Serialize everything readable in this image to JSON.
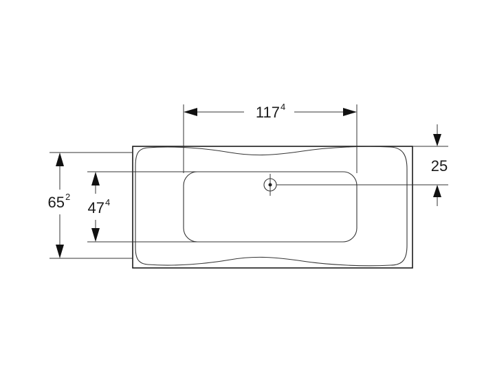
{
  "drawing": {
    "type": "bathtub top-view dimension drawing",
    "dimensions": {
      "inner_length": {
        "main": "117",
        "sup": "4"
      },
      "outer_width": {
        "main": "65",
        "sup": "2"
      },
      "inner_width": {
        "main": "47",
        "sup": "4"
      },
      "drain_offset": {
        "main": "25"
      }
    }
  }
}
